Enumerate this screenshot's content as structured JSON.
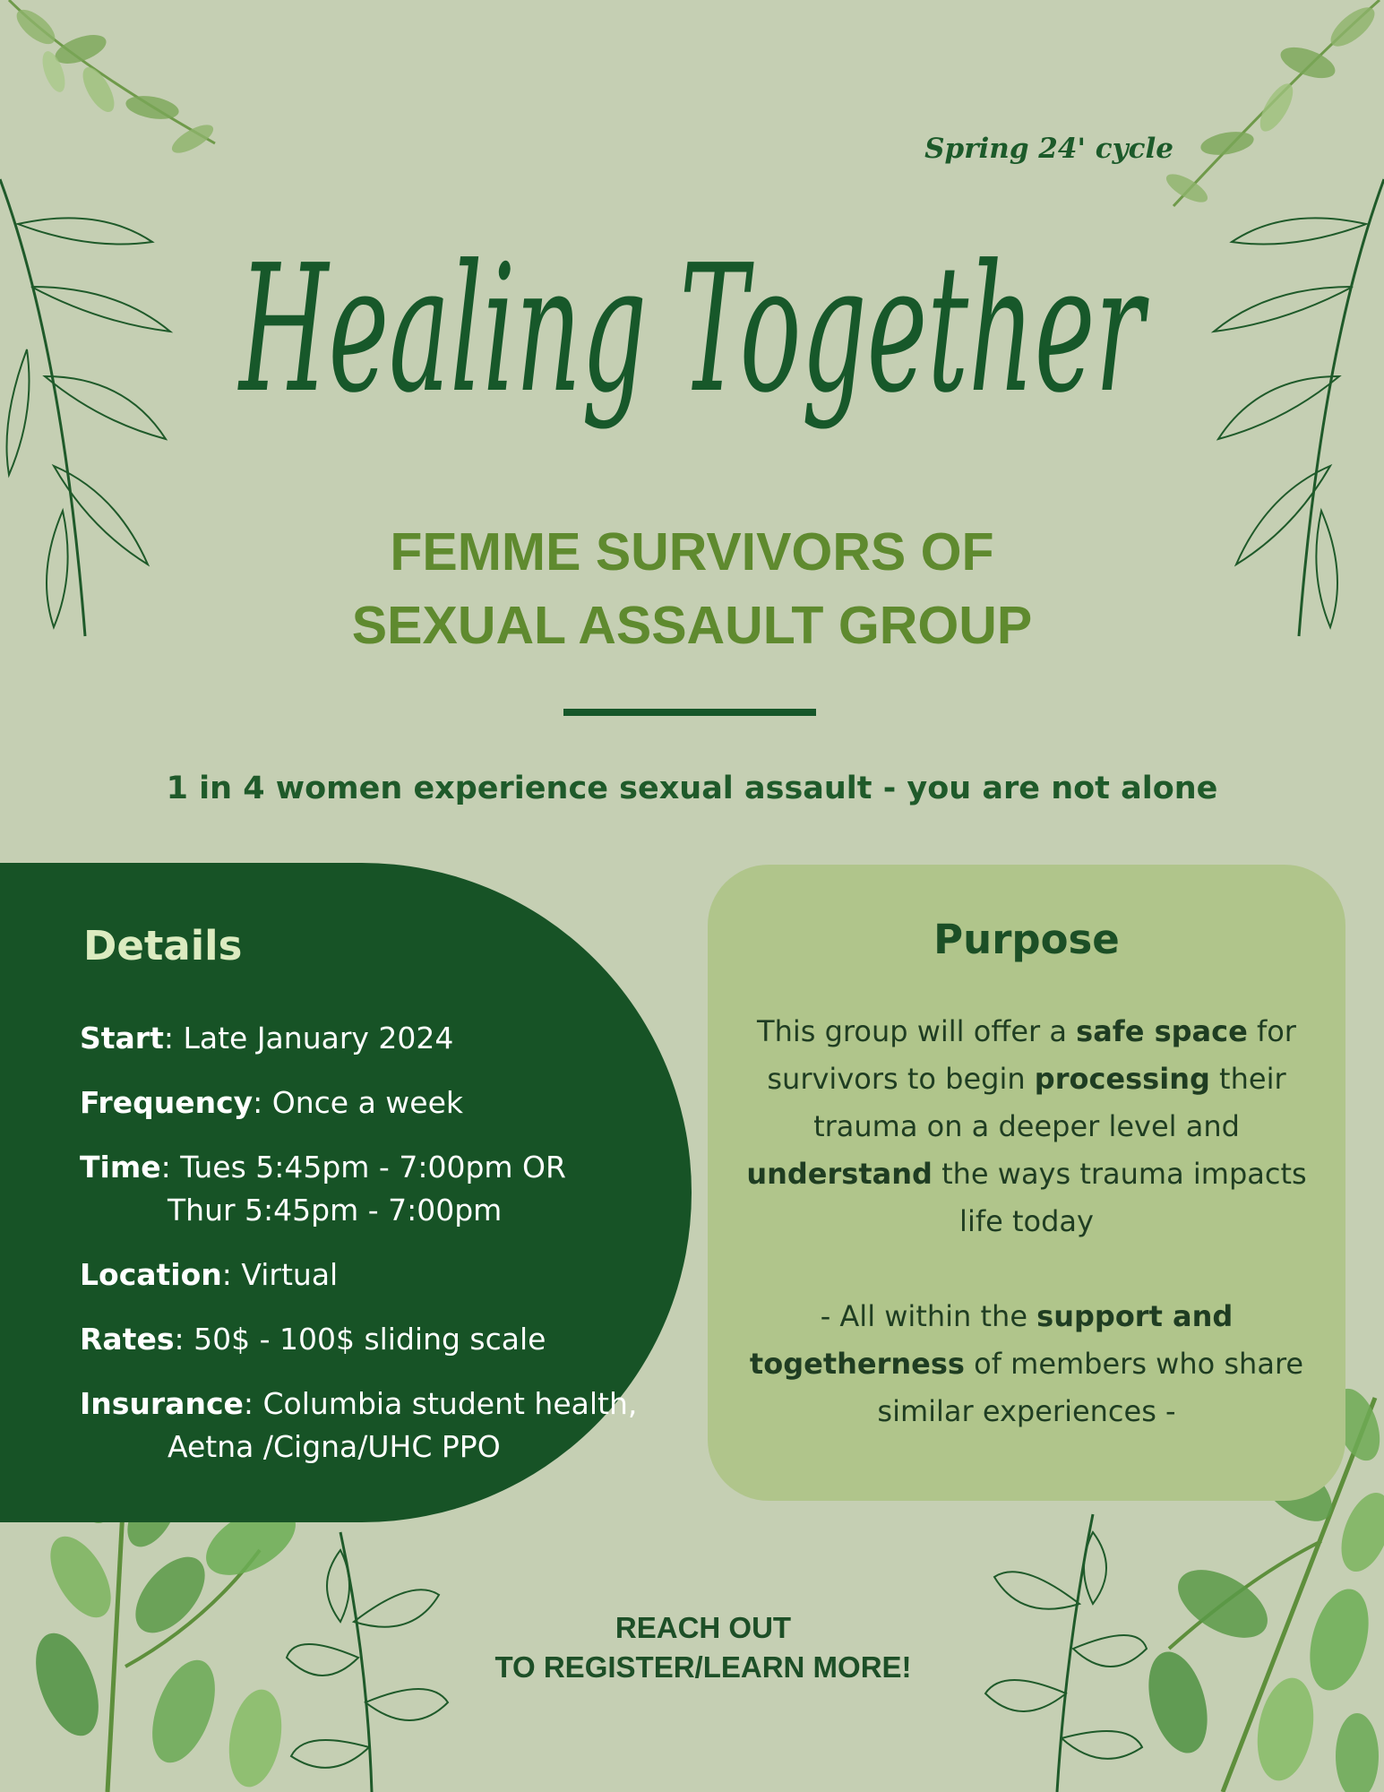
{
  "poster": {
    "cycle_label": "Spring 24' cycle",
    "title": "Healing Together",
    "subtitle_line1": "FEMME SURVIVORS OF",
    "subtitle_line2": "SEXUAL ASSAULT GROUP",
    "stat": "1 in 4 women experience sexual assault - you are not alone"
  },
  "details": {
    "heading": "Details",
    "start_label": "Start",
    "start_value": ": Late January 2024",
    "frequency_label": "Frequency",
    "frequency_value": ": Once a week",
    "time_label": "Time",
    "time_value_1": ": Tues 5:45pm - 7:00pm OR",
    "time_value_2": "Thur 5:45pm - 7:00pm",
    "location_label": "Location",
    "location_value": ": Virtual",
    "rates_label": "Rates",
    "rates_value": ": 50$ - 100$ sliding scale",
    "insurance_label": "Insurance",
    "insurance_value_1": ": Columbia student health,",
    "insurance_value_2": "Aetna /Cigna/UHC PPO"
  },
  "purpose": {
    "heading": "Purpose",
    "p1": "This group will offer a ",
    "p2": "safe space",
    "p3": " for survivors to begin ",
    "p4": "processing",
    "p5": " their trauma on a deeper level and ",
    "p6": "understand",
    "p7": " the ways trauma impacts life today",
    "n1": "- All within the ",
    "n2": "support and togetherness",
    "n3": " of members who share similar experiences -"
  },
  "cta": {
    "line1": "REACH OUT",
    "line2": "TO REGISTER/LEARN MORE!"
  },
  "colors": {
    "background": "#c5cfb3",
    "dark_green": "#175326",
    "light_green_panel": "#b0c58b",
    "subtitle_green": "#5f8a2f"
  },
  "icons": [
    "watercolor-leaf-icon",
    "line-art-leaf-icon"
  ]
}
